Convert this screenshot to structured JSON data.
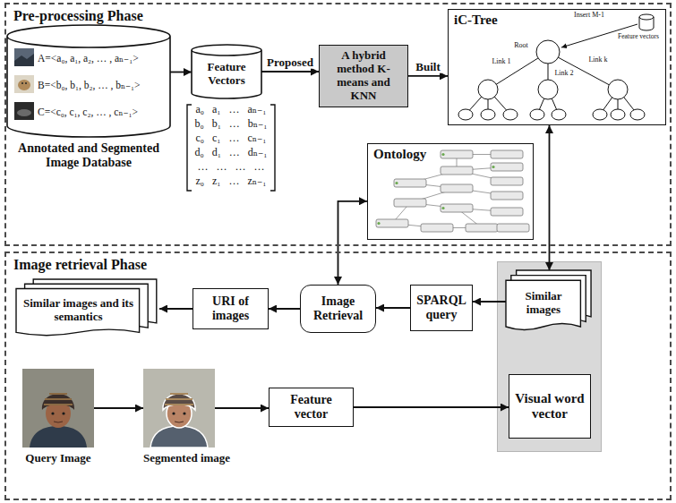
{
  "diagram": {
    "nodes": [
      {
        "text": [
          "Pre-processing Phase"
        ]
      },
      {
        "text": [
          "A=<a₀, a₁, a₂, … , aₙ₋₁>",
          "B=<b₀, b₁, b₂, … , bₙ₋₁>",
          "C=<c₀, c₁, c₂, … , cₙ₋₁>",
          "Annotated and Segmented Image Database"
        ],
        "in": 0
      },
      {
        "text": [
          "Feature Vectors"
        ],
        "in": 0
      },
      {
        "text": [
          "A hybrid method K-means and KNN"
        ],
        "in": 0
      },
      {
        "text": [
          "iC-Tree"
        ],
        "in": 0
      },
      {
        "text": [
          "Ontology"
        ],
        "in": 0
      },
      {
        "text": [
          "Image retrieval Phase"
        ]
      },
      {
        "text": [
          "Similar images and its semantics"
        ],
        "in": 6
      },
      {
        "text": [
          "URI of images"
        ],
        "in": 6
      },
      {
        "text": [
          "Image Retrieval"
        ],
        "in": 6
      },
      {
        "text": [
          "SPARQL query"
        ],
        "in": 6
      },
      {
        "text": [
          "Similar images"
        ],
        "in": 6
      },
      {
        "text": [
          "Visual word vector"
        ],
        "in": 6
      },
      {
        "text": [
          "Query Image"
        ],
        "in": 6
      },
      {
        "text": [
          "Segmented image"
        ],
        "in": 6
      },
      {
        "text": [
          "Feature vector"
        ],
        "in": 6
      }
    ],
    "edges": [
      {
        "from": 1,
        "to": 2,
        "arrow": "to"
      },
      {
        "from": 2,
        "to": 3,
        "label": "Proposed",
        "arrow": "to"
      },
      {
        "from": 3,
        "to": 4,
        "label": "Built",
        "arrow": "to"
      },
      {
        "from": 4,
        "to": 11,
        "arrow": "both"
      },
      {
        "from": 5,
        "to": 9,
        "arrow": "both"
      },
      {
        "from": 11,
        "to": 10,
        "arrow": "to"
      },
      {
        "from": 10,
        "to": 9,
        "arrow": "to"
      },
      {
        "from": 9,
        "to": 8,
        "arrow": "to"
      },
      {
        "from": 8,
        "to": 7,
        "arrow": "to"
      },
      {
        "from": 13,
        "to": 14,
        "arrow": "to"
      },
      {
        "from": 14,
        "to": 15,
        "arrow": "to"
      },
      {
        "from": 15,
        "to": 12,
        "arrow": "to"
      }
    ],
    "labels": [
      "a₀ a₁ … aₙ₋₁",
      "b₀ b₁ … bₙ₋₁",
      "c₀ c₁ … cₙ₋₁",
      "d₀ d₁ … dₙ₋₁",
      "… … … …",
      "z₀ z₁ … zₙ₋₁",
      "Insert M-1",
      "Feature vectors",
      "Root",
      "Link 1",
      "Link 2",
      "Link k"
    ]
  }
}
